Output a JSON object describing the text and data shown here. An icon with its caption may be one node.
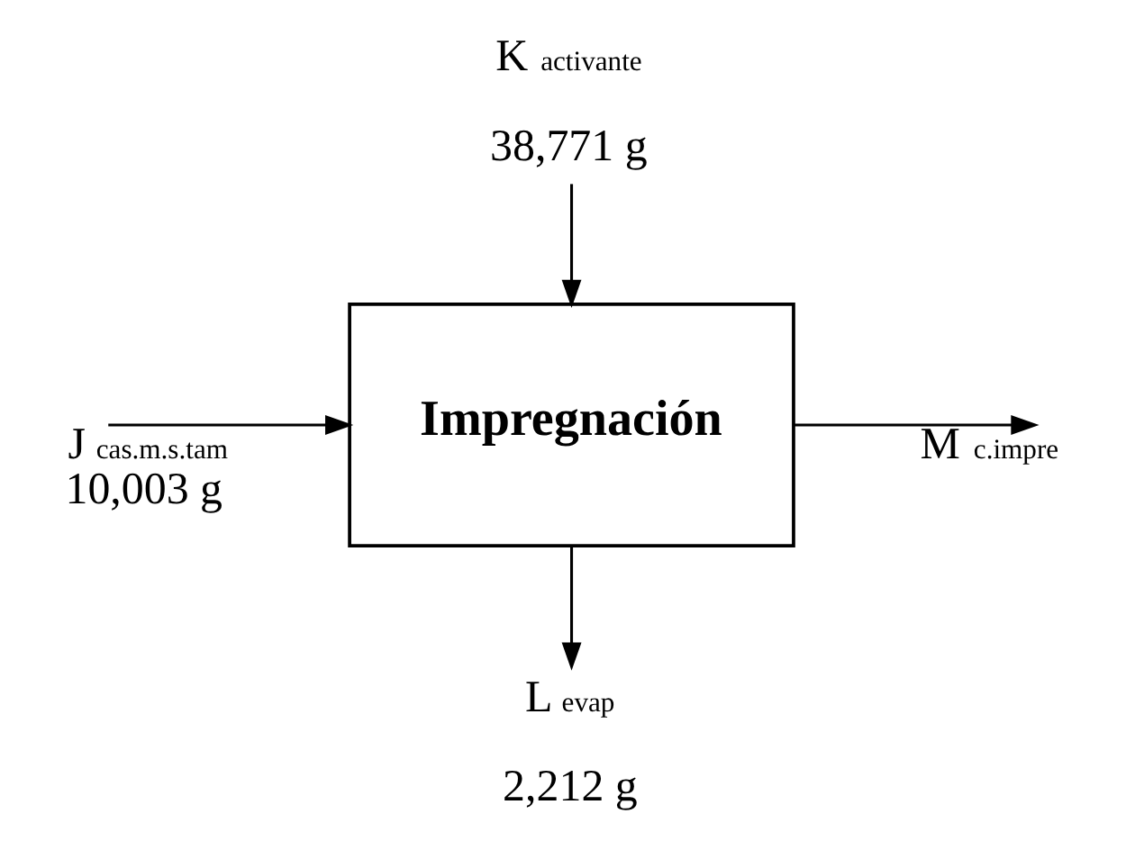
{
  "diagram": {
    "nodes": [
      {
        "text": [
          "Impregnación"
        ]
      },
      {
        "text": [
          "K $_{activante}$",
          "38,771 g"
        ]
      },
      {
        "text": [
          "L $_{evap}$",
          "2,212 g"
        ]
      }
    ],
    "edges": [
      {
        "from": null,
        "to": 0,
        "arrow": "to",
        "label": "J $_{cas.m.s.tam}$ 10,003 g"
      },
      {
        "from": 1,
        "to": 0,
        "arrow": "to"
      },
      {
        "from": 0,
        "to": 2,
        "arrow": "to"
      },
      {
        "from": 0,
        "to": null,
        "arrow": "to",
        "label": "M $_{c.impre}$"
      }
    ]
  }
}
